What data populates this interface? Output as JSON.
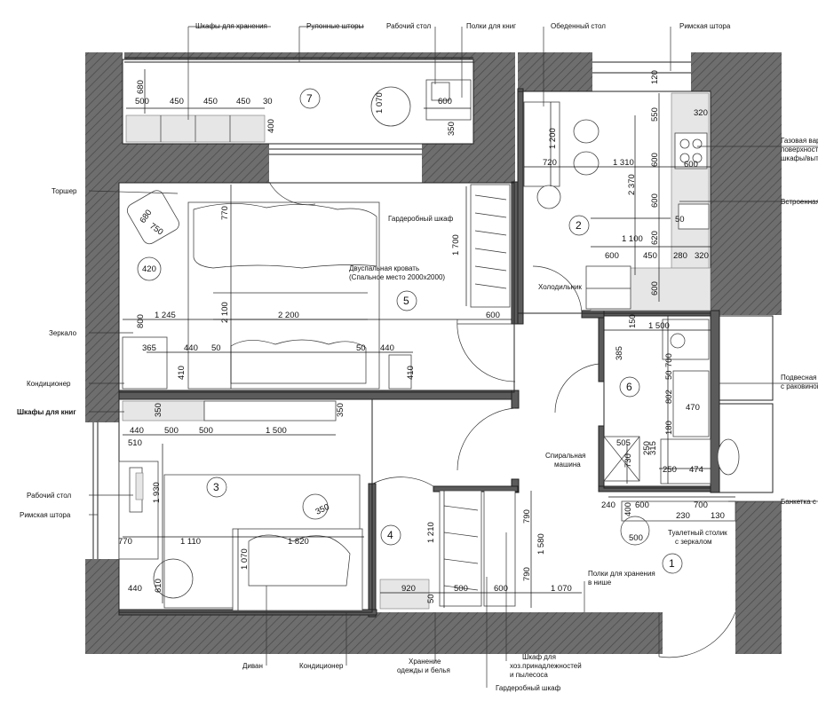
{
  "labels": {
    "storage_cabinets": "Шкафы для хранения",
    "roller_blinds": "Рулонные шторы",
    "work_desk_top": "Рабочий стол",
    "book_shelves_top": "Полки для книг",
    "dining_table": "Обеденный стол",
    "roman_blind_top": "Римская штора",
    "gas_hob_1": "Газовая вар",
    "gas_hob_2": "поверхност",
    "gas_hob_3": "шкафы/вытя",
    "built_in": "Встроенная",
    "floor_lamp": "Торшер",
    "wardrobe_bedroom": "Гардеробный шкаф",
    "double_bed_1": "Двуспальная кровать",
    "double_bed_2": "(Спальное место 2000х2000)",
    "fridge": "Холодильник",
    "mirror": "Зеркало",
    "ac_top": "Кондиционер",
    "bookshelves_left": "Шкафы для книг",
    "washing_1": "Спиральная",
    "washing_2": "машина",
    "hanging_sink_1": "Подвесная т",
    "hanging_sink_2": "с раковиной",
    "work_desk_left": "Рабочий стол",
    "roman_blind_left": "Римская штора",
    "bench": "Банкетка с о",
    "vanity_1": "Туалетный столик",
    "vanity_2": "с зеркалом",
    "niche_shelves_1": "Полки для хранения",
    "niche_shelves_2": "в нише",
    "sofa": "Диван",
    "ac_bottom": "Кондиционер",
    "storage_clothes_1": "Хранение",
    "storage_clothes_2": "одежды и белья",
    "household_1": "Шкаф для",
    "household_2": "хоз.принадлежностей",
    "household_3": "и пылесоса",
    "wardrobe_bottom": "Гардеробный шкаф"
  },
  "rooms": [
    "7",
    "2",
    "5",
    "6",
    "3",
    "4",
    "1"
  ],
  "dimensions": {
    "d680": "680",
    "d500a": "500",
    "d450a": "450",
    "d450b": "450",
    "d450c": "450",
    "d30": "30",
    "d400": "400",
    "d1070a": "1 070",
    "d600a": "600",
    "d350a": "350",
    "d120": "120",
    "d320a": "320",
    "d550": "550",
    "d1200": "1 200",
    "d720": "720",
    "d1310": "1 310",
    "d600b": "600",
    "d600c": "600",
    "d600d": "600",
    "d2370": "2 370",
    "d1100": "1 100",
    "d600e": "600",
    "d450d": "450",
    "d620": "620",
    "d50a": "50",
    "d280": "280",
    "d320b": "320",
    "d600f": "600",
    "d680b": "680",
    "d750": "750",
    "d770a": "770",
    "d1700": "1 700",
    "d420": "420",
    "d800": "800",
    "d1245": "1 245",
    "d2200": "2 200",
    "d2100": "2 100",
    "d600g": "600",
    "d365": "365",
    "d440a": "440",
    "d50b": "50",
    "d50c": "50",
    "d440b": "440",
    "d410a": "410",
    "d410b": "410",
    "d150": "150",
    "d1500a": "1 500",
    "d385": "385",
    "d700a": "700",
    "d50d": "50",
    "d802": "802",
    "d470": "470",
    "d180": "180",
    "d350b": "350",
    "d350c": "350",
    "d440c": "440",
    "d500b": "500",
    "d500c": "500",
    "d1500b": "1 500",
    "d510": "510",
    "d505": "505",
    "d315": "315",
    "d250a": "250",
    "d730": "730",
    "d250b": "250",
    "d474": "474",
    "d1930": "1 930",
    "d350d": "350",
    "d770b": "770",
    "d1110": "1 110",
    "d1820": "1 820",
    "d1070b": "1 070",
    "d610": "610",
    "d440d": "440",
    "d1210": "1 210",
    "d790a": "790",
    "d1580": "1 580",
    "d790b": "790",
    "d920": "920",
    "d500d": "500",
    "d600h": "600",
    "d1070c": "1 070",
    "d240": "240",
    "d600i": "600",
    "d400b": "400",
    "d700b": "700",
    "d230": "230",
    "d130": "130",
    "d500e": "500",
    "d50e": "50"
  }
}
